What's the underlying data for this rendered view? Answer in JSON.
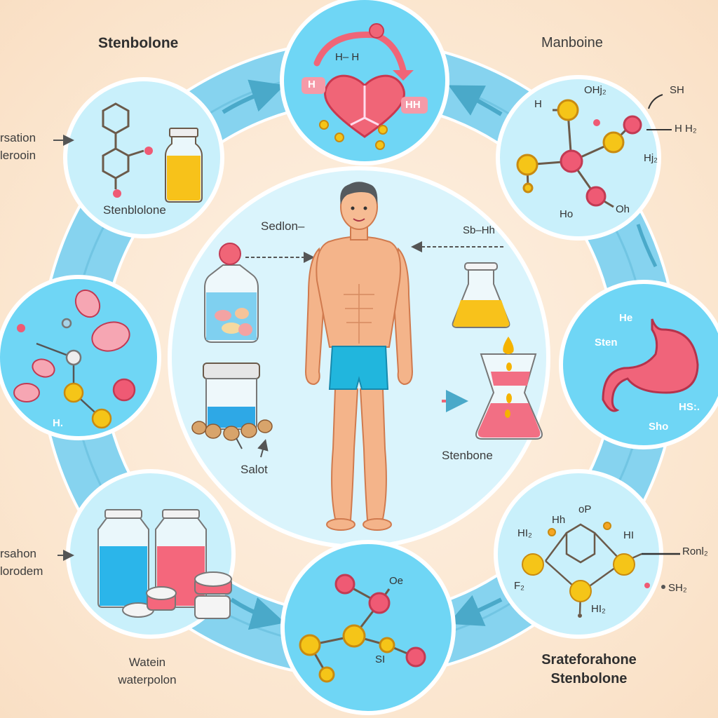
{
  "diagram": {
    "type": "circular infographic",
    "colors": {
      "background": "#fbe8d3",
      "ring": "#7fd0ee",
      "ring_arrow": "#4aa9c9",
      "node_fill": "#6fd6f5",
      "node_fill_light": "#c9f0fb",
      "center_fill": "#d9f4fc",
      "atom_yellow": "#f5c518",
      "atom_pink": "#ef5a74",
      "skin": "#f4b48a",
      "shorts": "#21b6dd"
    },
    "center": {
      "figure": "standing-man",
      "labels": {
        "top_left": "Sedlon–",
        "top_right": "Sb–Hh",
        "bottom_left": "Salot",
        "bottom_right": "Stenbone"
      },
      "items": [
        "pill-bottle",
        "yellow-flask",
        "nut-jar",
        "pink-beaker"
      ]
    },
    "nodes": [
      {
        "id": "top",
        "icon": "heart",
        "labels": [
          "H– H",
          "H",
          "HH"
        ]
      },
      {
        "id": "top-left",
        "title": "Stenbolone",
        "side_label": [
          "rsation",
          "lerooin"
        ],
        "caption": "Stenblolone",
        "icon": "molecule-vial"
      },
      {
        "id": "top-right",
        "title": "Manboine",
        "labels": [
          "OHj₂",
          "H",
          "SH",
          "H H₂",
          "Hj₂",
          "Ho",
          "Oh"
        ],
        "icon": "molecule"
      },
      {
        "id": "left",
        "labels": [
          "H."
        ],
        "icon": "pills-molecule"
      },
      {
        "id": "right",
        "labels": [
          "He",
          "Sten",
          "HS:.",
          "Sho"
        ],
        "icon": "stomach"
      },
      {
        "id": "bottom-left",
        "side_label": [
          "rsahon",
          "lorodem"
        ],
        "caption": [
          "Watein",
          "waterpolon"
        ],
        "icon": "bottles-pills"
      },
      {
        "id": "bottom",
        "labels": [
          "Oe",
          "SI"
        ],
        "icon": "molecule"
      },
      {
        "id": "bottom-right",
        "title": [
          "Srateforahone",
          "Stenbolone"
        ],
        "labels": [
          "HI₂",
          "Hh",
          "oP",
          "HI",
          "F₂",
          "HI₂",
          "Ronl₂",
          "SH₂"
        ],
        "icon": "hexagon-molecule"
      }
    ]
  }
}
